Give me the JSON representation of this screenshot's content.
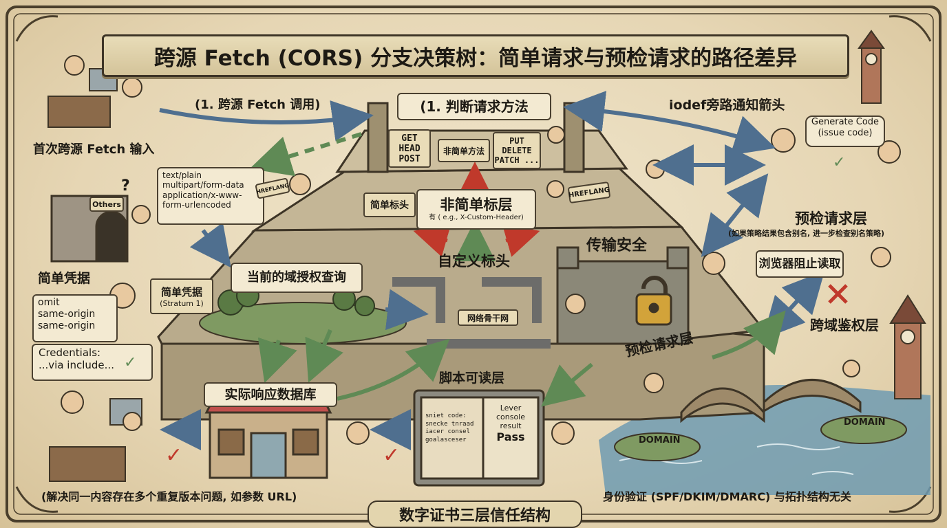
{
  "title": "跨源 Fetch (CORS) 分支决策树：简单请求与预检请求的路径差异",
  "footer_banner": "数字证书三层信任结构",
  "labels": {
    "first_input": "首次跨源 Fetch 输入",
    "fetch_call": "(1. 跨源 Fetch 调用)",
    "judge_method": "(1. 判断请求方法",
    "iodef_notify": "iodef旁路通知箭头",
    "simple_methods": [
      "GET",
      "HEAD",
      "POST"
    ],
    "non_simple_methods": "非简单方法",
    "other_methods": [
      "PUT",
      "DELETE",
      "PATCH ..."
    ],
    "content_types": [
      "text/plain",
      "multipart/form-data",
      "application/x-www-",
      "form-urlencoded"
    ],
    "hreflang_left": "HREFLANG",
    "hreflang_right": "HREFLANG",
    "others_sign": "Others",
    "simple_headers": "简单标头",
    "non_simple_layer": "非简单标层",
    "custom_header_example": "有 ( e.g., X-Custom-Header)",
    "custom_headers": "自定义标头",
    "transport_security": "传输安全",
    "simple_credentials": "简单凭据",
    "credentials_sign": "简单凭据",
    "credentials_sign_sub": "(Stratum 1)",
    "credentials_modes": [
      "omit",
      "same-origin",
      "same-origin"
    ],
    "credentials_include": [
      "Credentials:",
      "...via include..."
    ],
    "domain_auth_query": "当前的域授权查询",
    "pipe_network": "网络骨干网",
    "preflight_layer_right": "预检请求层",
    "preflight_layer_note": "(如果策略结果包含别名, 进一步检查别名策略)",
    "generate_code": [
      "Generate Code",
      "(issue code)"
    ],
    "browser_block": "浏览器阻止读取",
    "cross_domain_auth": "跨域鉴权层",
    "preflight_layer_center": "预检请求层",
    "script_readable": "脚本可读层",
    "response_db": "实际响应数据库",
    "vault_left": [
      "sniet code:",
      "snecke tnraad",
      "iacer consel",
      "goalasceser"
    ],
    "vault_right": [
      "Lever console",
      "result",
      "Pass"
    ],
    "domain_left": "DOMAIN",
    "domain_right": "DOMAIN",
    "bottom_left_note": "(解决同一内容存在多个重复版本问题, 如参数 URL)",
    "bottom_right_note": "身份验证 (SPF/DKIM/DMARC) 与拓扑结构无关"
  },
  "colors": {
    "parchment": "#e9dcc0",
    "ink": "#1d1a14",
    "arrow_blue": "#4f6f8f",
    "arrow_green": "#5f8a55",
    "arrow_red": "#c0392b",
    "stone": "#b9ab8c",
    "water": "#6f9bb2"
  }
}
